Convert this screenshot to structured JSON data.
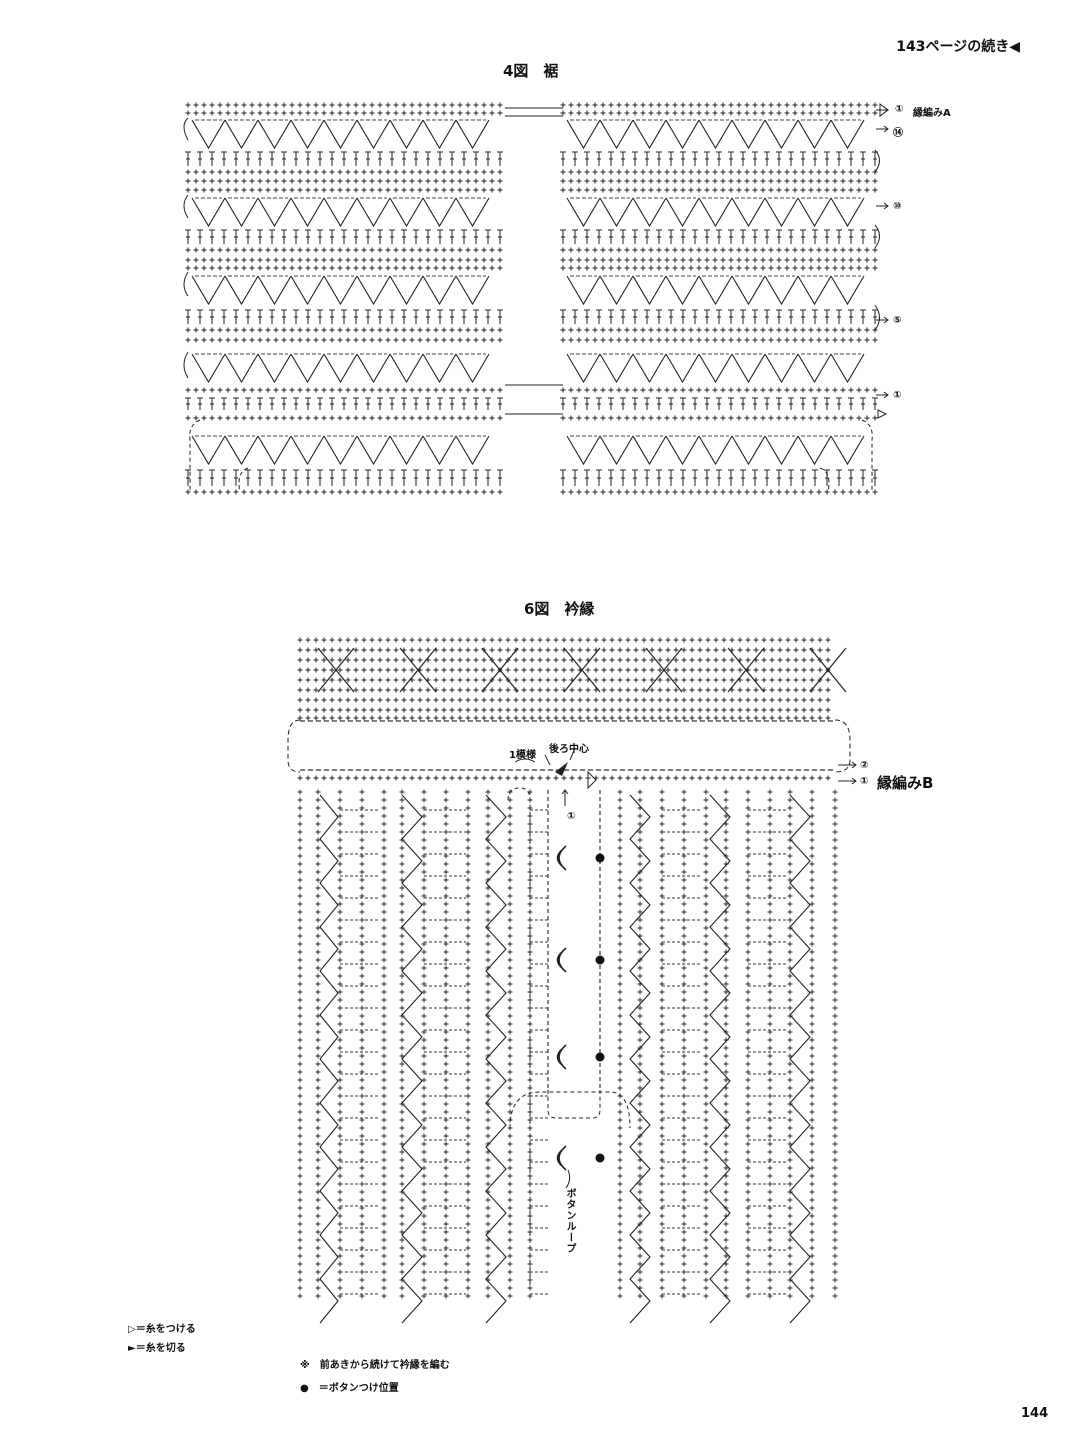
{
  "page": {
    "continued_note": "143ページの続き◀",
    "page_number": "144"
  },
  "figure4": {
    "title": "4図　裾",
    "edge_label": "縁編みA",
    "row_markers": [
      "①",
      "⑭",
      "⑩",
      "⑤",
      "①"
    ]
  },
  "figure6": {
    "title": "6図　衿縁",
    "back_center_label": "後ろ中心",
    "pattern_label": "1模様",
    "edge_label": "縁編みB",
    "row_markers": [
      "②",
      "①"
    ],
    "start_marker": "①",
    "button_loop_label": "ボタンループ"
  },
  "legend": {
    "attach_yarn": "▷＝糸をつける",
    "cut_yarn": "►＝糸を切る"
  },
  "notes": {
    "front_opening": "※　前あきから続けて衿縁を編む",
    "button_position": "●　＝ボタンつけ位置"
  }
}
